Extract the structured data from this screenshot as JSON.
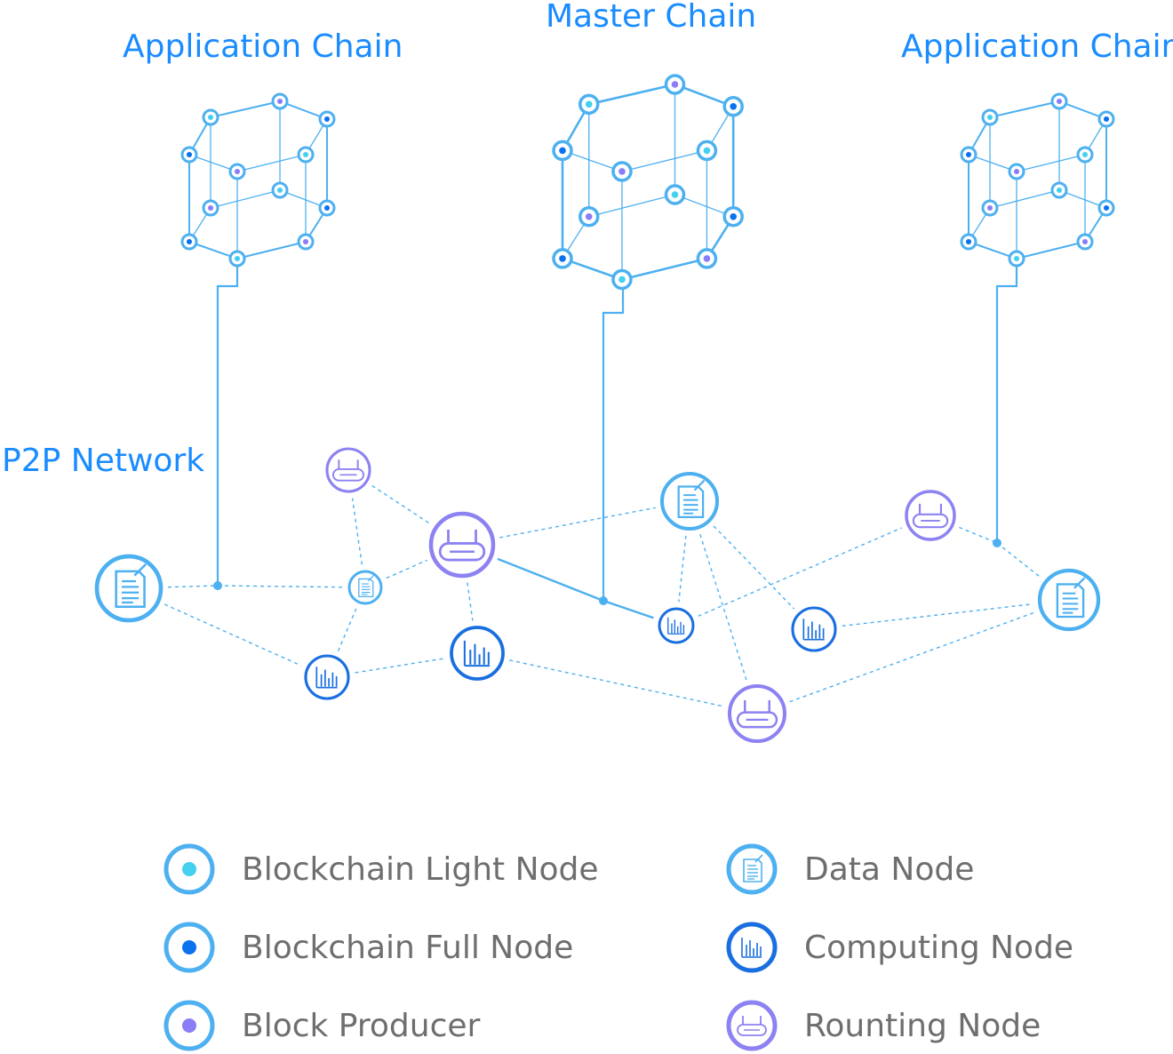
{
  "titles": {
    "left_chain": "Application Chain",
    "master_chain": "Master Chain",
    "right_chain": "Application Chain",
    "network": "P2P Network"
  },
  "legend": {
    "light_node": "Blockchain Light Node",
    "full_node": "Blockchain Full Node",
    "block_producer": "Block Producer",
    "data_node": "Data Node",
    "computing_node": "Computing Node",
    "routing_node": "Rounting Node"
  },
  "colors": {
    "title": "#1a8cff",
    "line": "#4db0f0",
    "ring_light_blue": "#4db0f0",
    "light_node_dot": "#44d0ee",
    "full_node_dot": "#0b72ee",
    "producer_dot": "#8a7df5",
    "computing_ring": "#1a6fe0",
    "routing_ring": "#8c82f2",
    "legend_text": "#6e6e6e"
  }
}
